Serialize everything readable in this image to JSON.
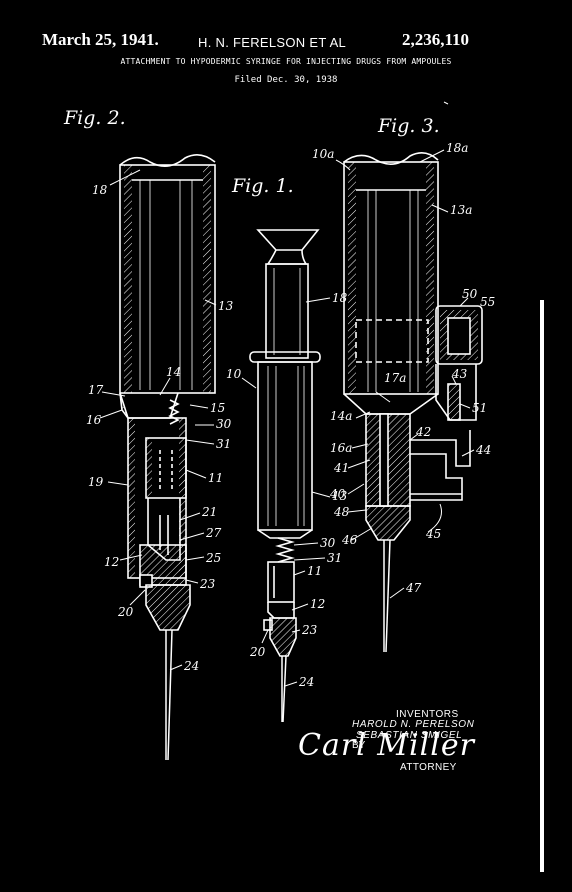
{
  "header": {
    "date": "March 25, 1941.",
    "inventor": "H. N. FERELSON ET AL",
    "patent_number": "2,236,110",
    "title": "ATTACHMENT TO HYPODERMIC SYRINGE FOR INJECTING DRUGS FROM AMPOULES",
    "filed": "Filed Dec. 30, 1938"
  },
  "figures": {
    "fig1": "Fig. 1.",
    "fig2": "Fig. 2.",
    "fig3": "Fig. 3."
  },
  "fig1_refs": [
    "10",
    "18",
    "13",
    "30",
    "31",
    "11",
    "12",
    "23",
    "20",
    "24"
  ],
  "fig2_refs": [
    "18",
    "13",
    "14",
    "17",
    "16",
    "15",
    "30",
    "31",
    "19",
    "11",
    "21",
    "27",
    "12",
    "25",
    "23",
    "20",
    "24"
  ],
  "fig3_refs": [
    "10a",
    "18a",
    "13a",
    "50",
    "55",
    "17a",
    "43",
    "14a",
    "51",
    "42",
    "16a",
    "44",
    "41",
    "40",
    "48",
    "46",
    "45",
    "47"
  ],
  "inventors": {
    "heading": "INVENTORS",
    "name1": "HAROLD N. PERELSON",
    "name2": "SEBASTIAN SMIGEL",
    "by": "BY",
    "signature": "Carl Miller",
    "attorney": "ATTORNEY"
  },
  "colors": {
    "background": "#000000",
    "ink": "#ffffff"
  }
}
